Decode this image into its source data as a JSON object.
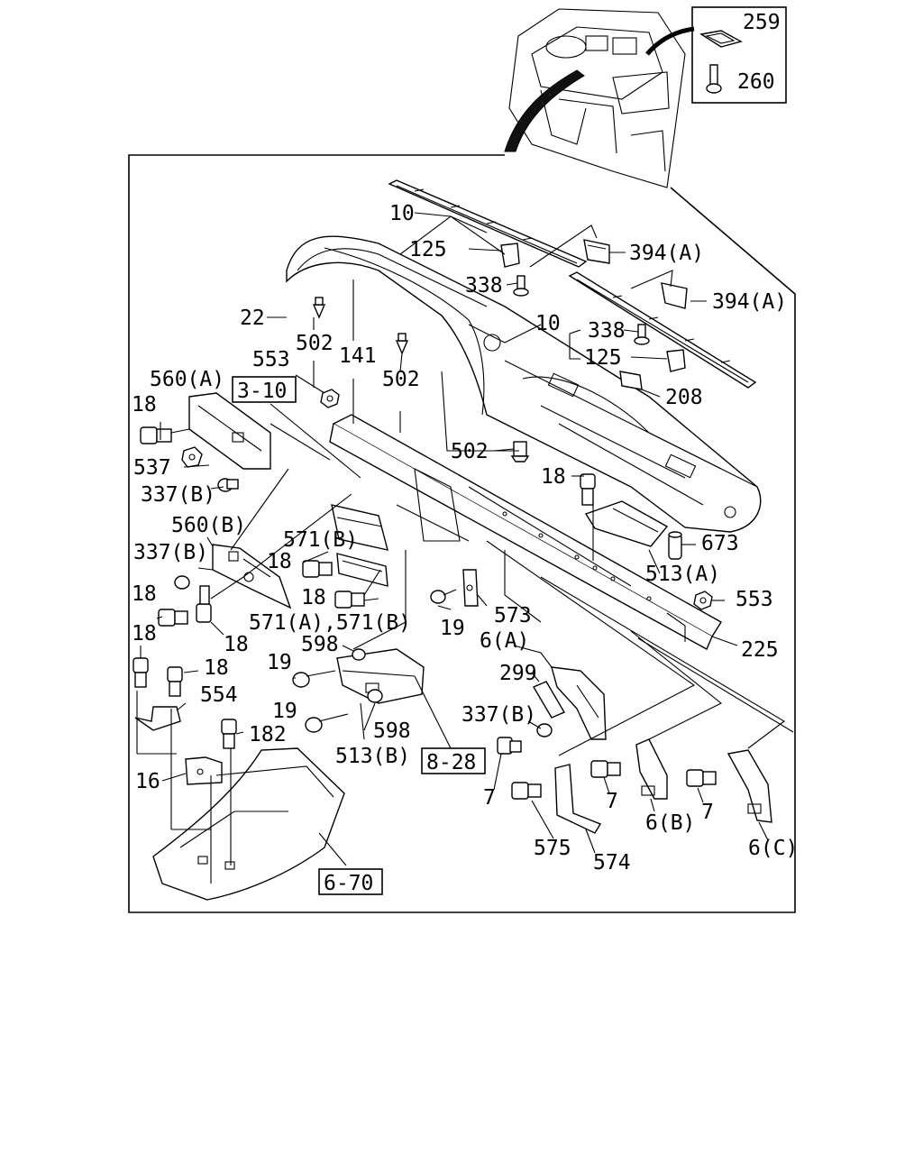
{
  "labels": {
    "l259": "259",
    "l260": "260",
    "l10a": "10",
    "l125a": "125",
    "l394a": "394(A)",
    "l338a": "338",
    "l394b": "394(A)",
    "l22": "22",
    "l10b": "10",
    "l338b": "338",
    "l125b": "125",
    "l208": "208",
    "l502a": "502",
    "l141": "141",
    "l502b": "502",
    "l553a": "553",
    "l502c": "502",
    "l560a": "560(A)",
    "l18a": "18",
    "l537": "537",
    "l337a": "337(B)",
    "l18b": "18",
    "l673": "673",
    "l560b": "560(B)",
    "l571b": "571(B)",
    "l337b": "337(B)",
    "l18c": "18",
    "l513a": "513(A)",
    "l18d": "18",
    "l553b": "553",
    "l18e": "18",
    "l571ab": "571(A),571(B)",
    "l19a": "19",
    "l573": "573",
    "l18f": "18",
    "l598a": "598",
    "l225": "225",
    "l18g": "18",
    "l18h": "18",
    "l6a": "6(A)",
    "l19b": "19",
    "l299": "299",
    "l554": "554",
    "l19c": "19",
    "l337c": "337(B)",
    "l598b": "598",
    "l182": "182",
    "l513b": "513(B)",
    "l16": "16",
    "l7a": "7",
    "l7b": "7",
    "l7c": "7",
    "l6b": "6(B)",
    "l575": "575",
    "l574": "574",
    "l6c": "6(C)"
  },
  "refs": {
    "r310": "3-10",
    "r828": "8-28",
    "r670": "6-70"
  }
}
